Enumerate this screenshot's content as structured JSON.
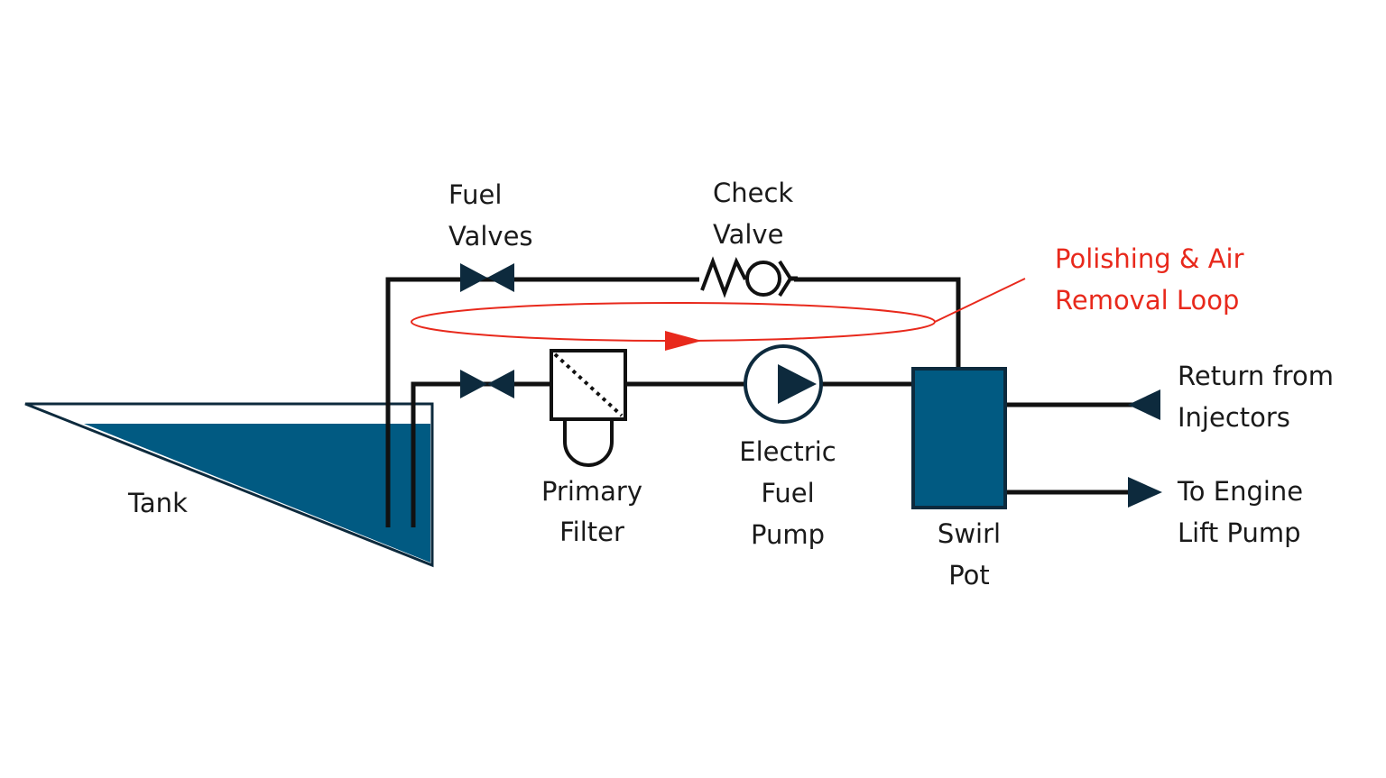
{
  "diagram": {
    "labels": {
      "tank": "Tank",
      "fuel_valves_1": "Fuel",
      "fuel_valves_2": "Valves",
      "check_valve_1": "Check",
      "check_valve_2": "Valve",
      "loop_1": "Polishing & Air",
      "loop_2": "Removal Loop",
      "primary_filter_1": "Primary",
      "primary_filter_2": "Filter",
      "pump_1": "Electric",
      "pump_2": "Fuel",
      "pump_3": "Pump",
      "swirl_pot_1": "Swirl",
      "swirl_pot_2": "Pot",
      "return_1": "Return from",
      "return_2": "Injectors",
      "to_engine_1": "To Engine",
      "to_engine_2": "Lift Pump"
    },
    "colors": {
      "pipe": "#111111",
      "fill": "#015a82",
      "outline": "#0d2a3d",
      "loop": "#e8291c",
      "background": "#ffffff"
    },
    "icons": [
      "tank-icon",
      "fuel-valve-icon",
      "check-valve-icon",
      "primary-filter-icon",
      "electric-fuel-pump-icon",
      "swirl-pot-icon",
      "arrow-icon"
    ]
  }
}
